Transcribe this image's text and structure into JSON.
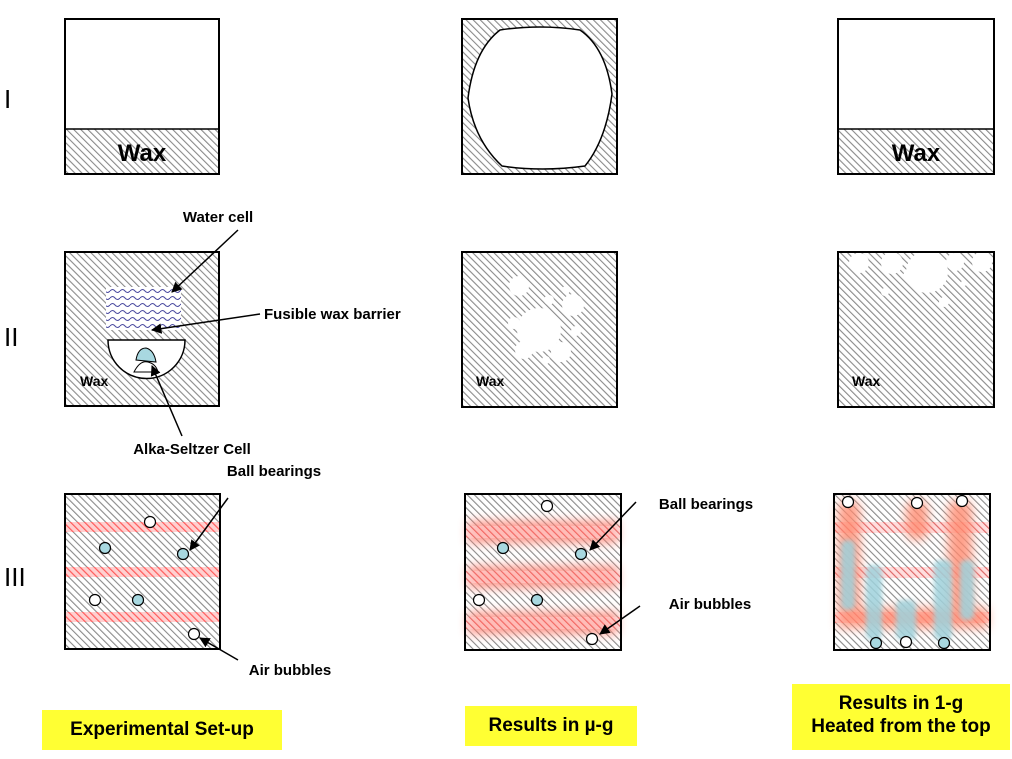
{
  "rows": [
    "I",
    "II",
    "III"
  ],
  "wax_label": "Wax",
  "annotations": {
    "water_cell": "Water cell",
    "fusible_wax_barrier": "Fusible wax barrier",
    "alka_seltzer_cell": "Alka-Seltzer Cell",
    "ball_bearings": "Ball bearings",
    "air_bubbles": "Air bubbles"
  },
  "captions": {
    "setup": "Experimental Set-up",
    "micro_g": "Results in µ-g",
    "one_g_line1": "Results in 1-g",
    "one_g_line2": "Heated from the top"
  },
  "colors": {
    "caption_bg": "#ffff33",
    "hatch": "#8a8a8a",
    "red_band": "#ff6f6f",
    "ball_fill": "#a8d8e0",
    "outline": "#000000"
  }
}
